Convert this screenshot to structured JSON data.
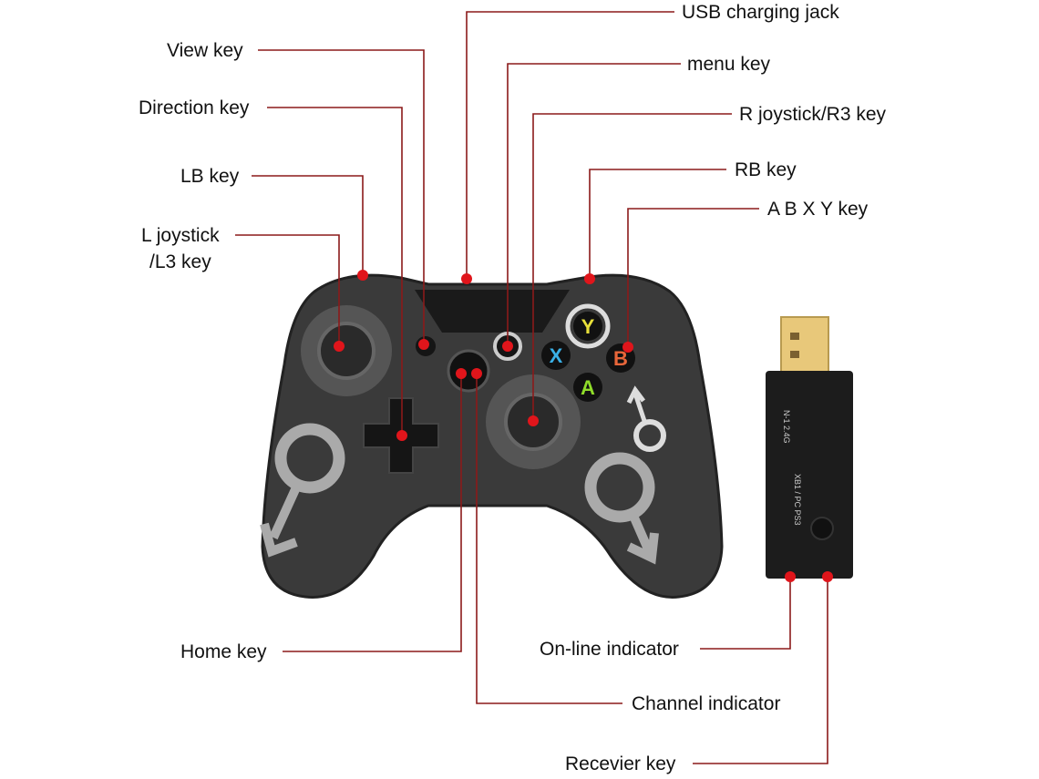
{
  "labels": {
    "usb_charging_jack": "USB charging jack",
    "view_key": "View key",
    "menu_key": "menu key",
    "direction_key": "Direction key",
    "r_joystick": "R joystick/R3 key",
    "lb_key": "LB key",
    "rb_key": "RB key",
    "abxy_key": "A B X Y key",
    "l_joystick_line1": "L joystick",
    "l_joystick_line2": "/L3 key",
    "home_key": "Home key",
    "channel_indicator": "Channel indicator",
    "online_indicator": "On-line indicator",
    "receiver_key": "Recevier key"
  },
  "face_buttons": {
    "y": "Y",
    "x": "X",
    "a": "A",
    "b": "B"
  },
  "dongle": {
    "text1": "N-1 2.4G",
    "text2": "XB1 / PC PS3"
  },
  "colors": {
    "leader": "#8b1a1a",
    "dot": "#e0151b",
    "body": "#3a3a3a",
    "y": "#e8e03a",
    "x": "#3ab0e6",
    "a": "#8fdc2a",
    "b": "#e8663a"
  }
}
